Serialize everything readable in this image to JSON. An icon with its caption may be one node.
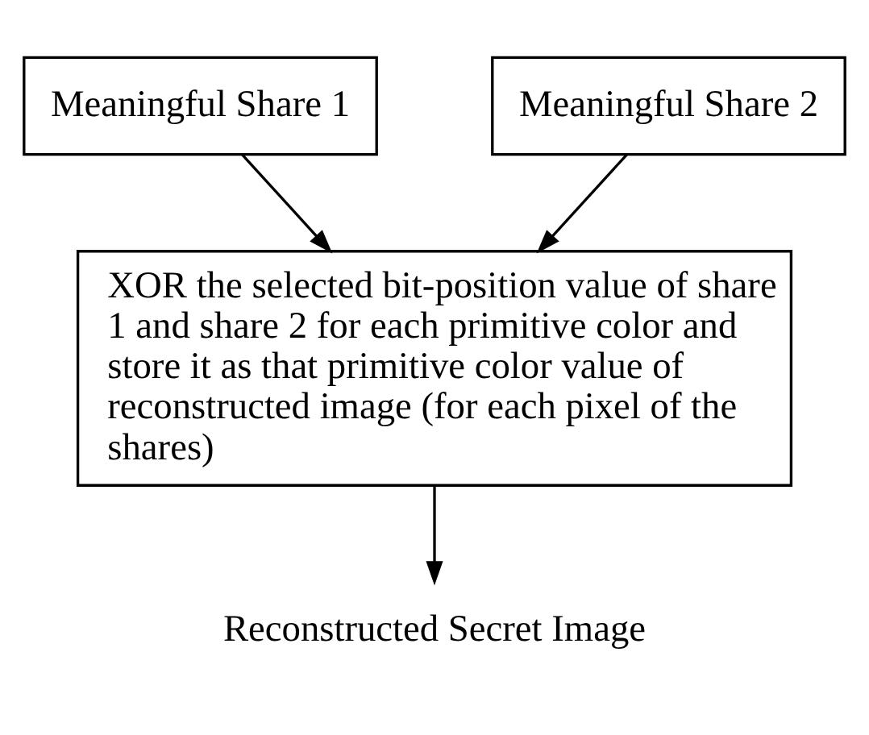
{
  "diagram": {
    "nodes": [
      {
        "text": [
          "Meaningful Share 1"
        ]
      },
      {
        "text": [
          "Meaningful Share 2"
        ]
      },
      {
        "text": [
          "XOR the selected bit-position value of share 1 and share 2 for each primitive color and store it as that primitive color value of reconstructed image (for each pixel of the shares)"
        ]
      },
      {
        "text": [
          "Reconstructed Secret Image"
        ]
      }
    ],
    "edges": [
      {
        "from": 0,
        "to": 2,
        "arrow": "to"
      },
      {
        "from": 1,
        "to": 2,
        "arrow": "to"
      },
      {
        "from": 2,
        "to": 3,
        "arrow": "to"
      }
    ]
  }
}
